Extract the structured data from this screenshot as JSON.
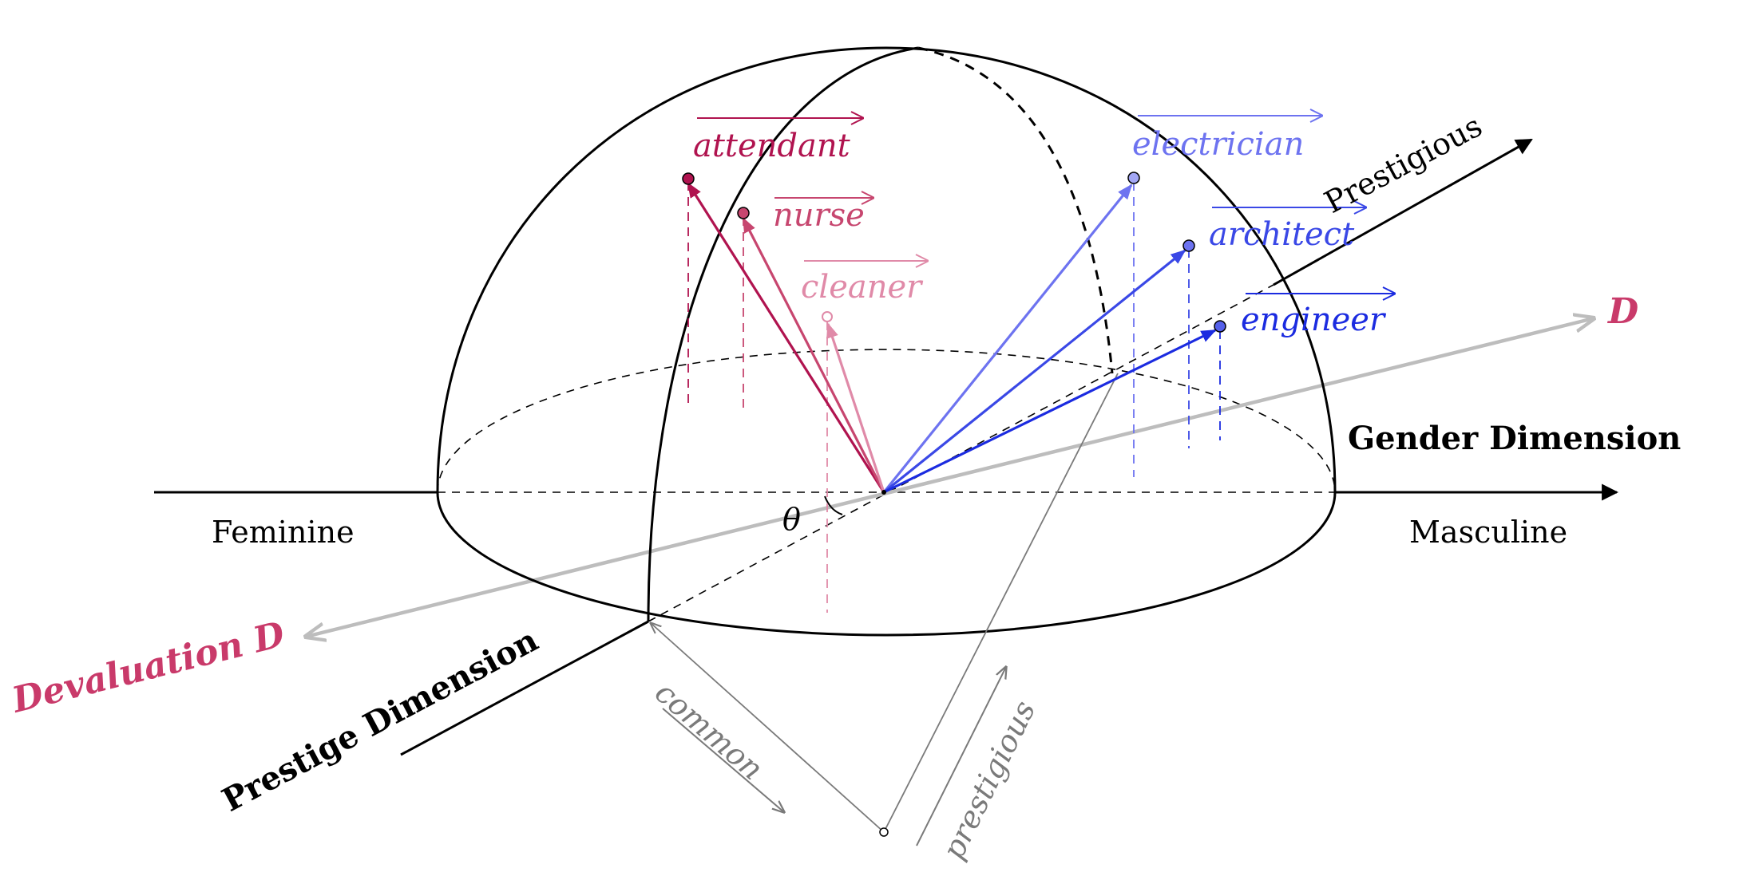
{
  "colors": {
    "attendant": "#b0134f",
    "nurse": "#c7466f",
    "cleaner": "#e08aa8",
    "electrician": "#6d73f0",
    "architect": "#3a48e6",
    "engineer": "#1b2be0",
    "devaluation": "#c93a6a",
    "dvector": "#bdbdbd",
    "gray": "#7a7a7a",
    "black": "#000000"
  },
  "axes": {
    "gender_title": "Gender Dimension",
    "feminine": "Feminine",
    "masculine": "Masculine",
    "prestige_title": "Prestige Dimension",
    "prestigious": "Prestigious"
  },
  "angle": {
    "label": "θ"
  },
  "devaluation": {
    "left_label": "Devaluation D",
    "right_label": "D"
  },
  "occupations": {
    "attendant": "attendant",
    "nurse": "nurse",
    "cleaner": "cleaner",
    "electrician": "electrician",
    "architect": "architect",
    "engineer": "engineer"
  },
  "projection": {
    "common": "common",
    "prestigious": "prestigious"
  }
}
